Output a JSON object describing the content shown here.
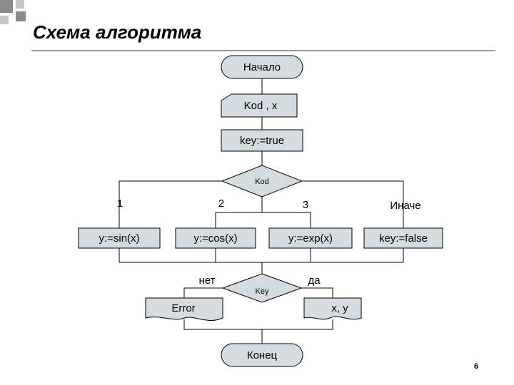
{
  "slide": {
    "title": "Схема алгоритма",
    "page_number": "6"
  },
  "colors": {
    "background": "#ffffff",
    "shape_fill": "#d4dce0",
    "stroke": "#000000",
    "rule": "#9a9a9a",
    "deco_dark": "#8a8a8a",
    "deco_light": "#c8c8c8"
  },
  "flowchart": {
    "start": "Начало",
    "input": "Kod , x",
    "init": "key:=true",
    "decision_kod": "Kod",
    "case_labels": [
      "1",
      "2",
      "3",
      "Иначе"
    ],
    "case_actions": [
      "y:=sin(x)",
      "y:=cos(x)",
      "y:=exp(x)",
      "key:=false"
    ],
    "decision_key": "Key",
    "branch_no": "нет",
    "branch_yes": "да",
    "output_error": "Error",
    "output_result": "x, y",
    "end": "Конец"
  }
}
